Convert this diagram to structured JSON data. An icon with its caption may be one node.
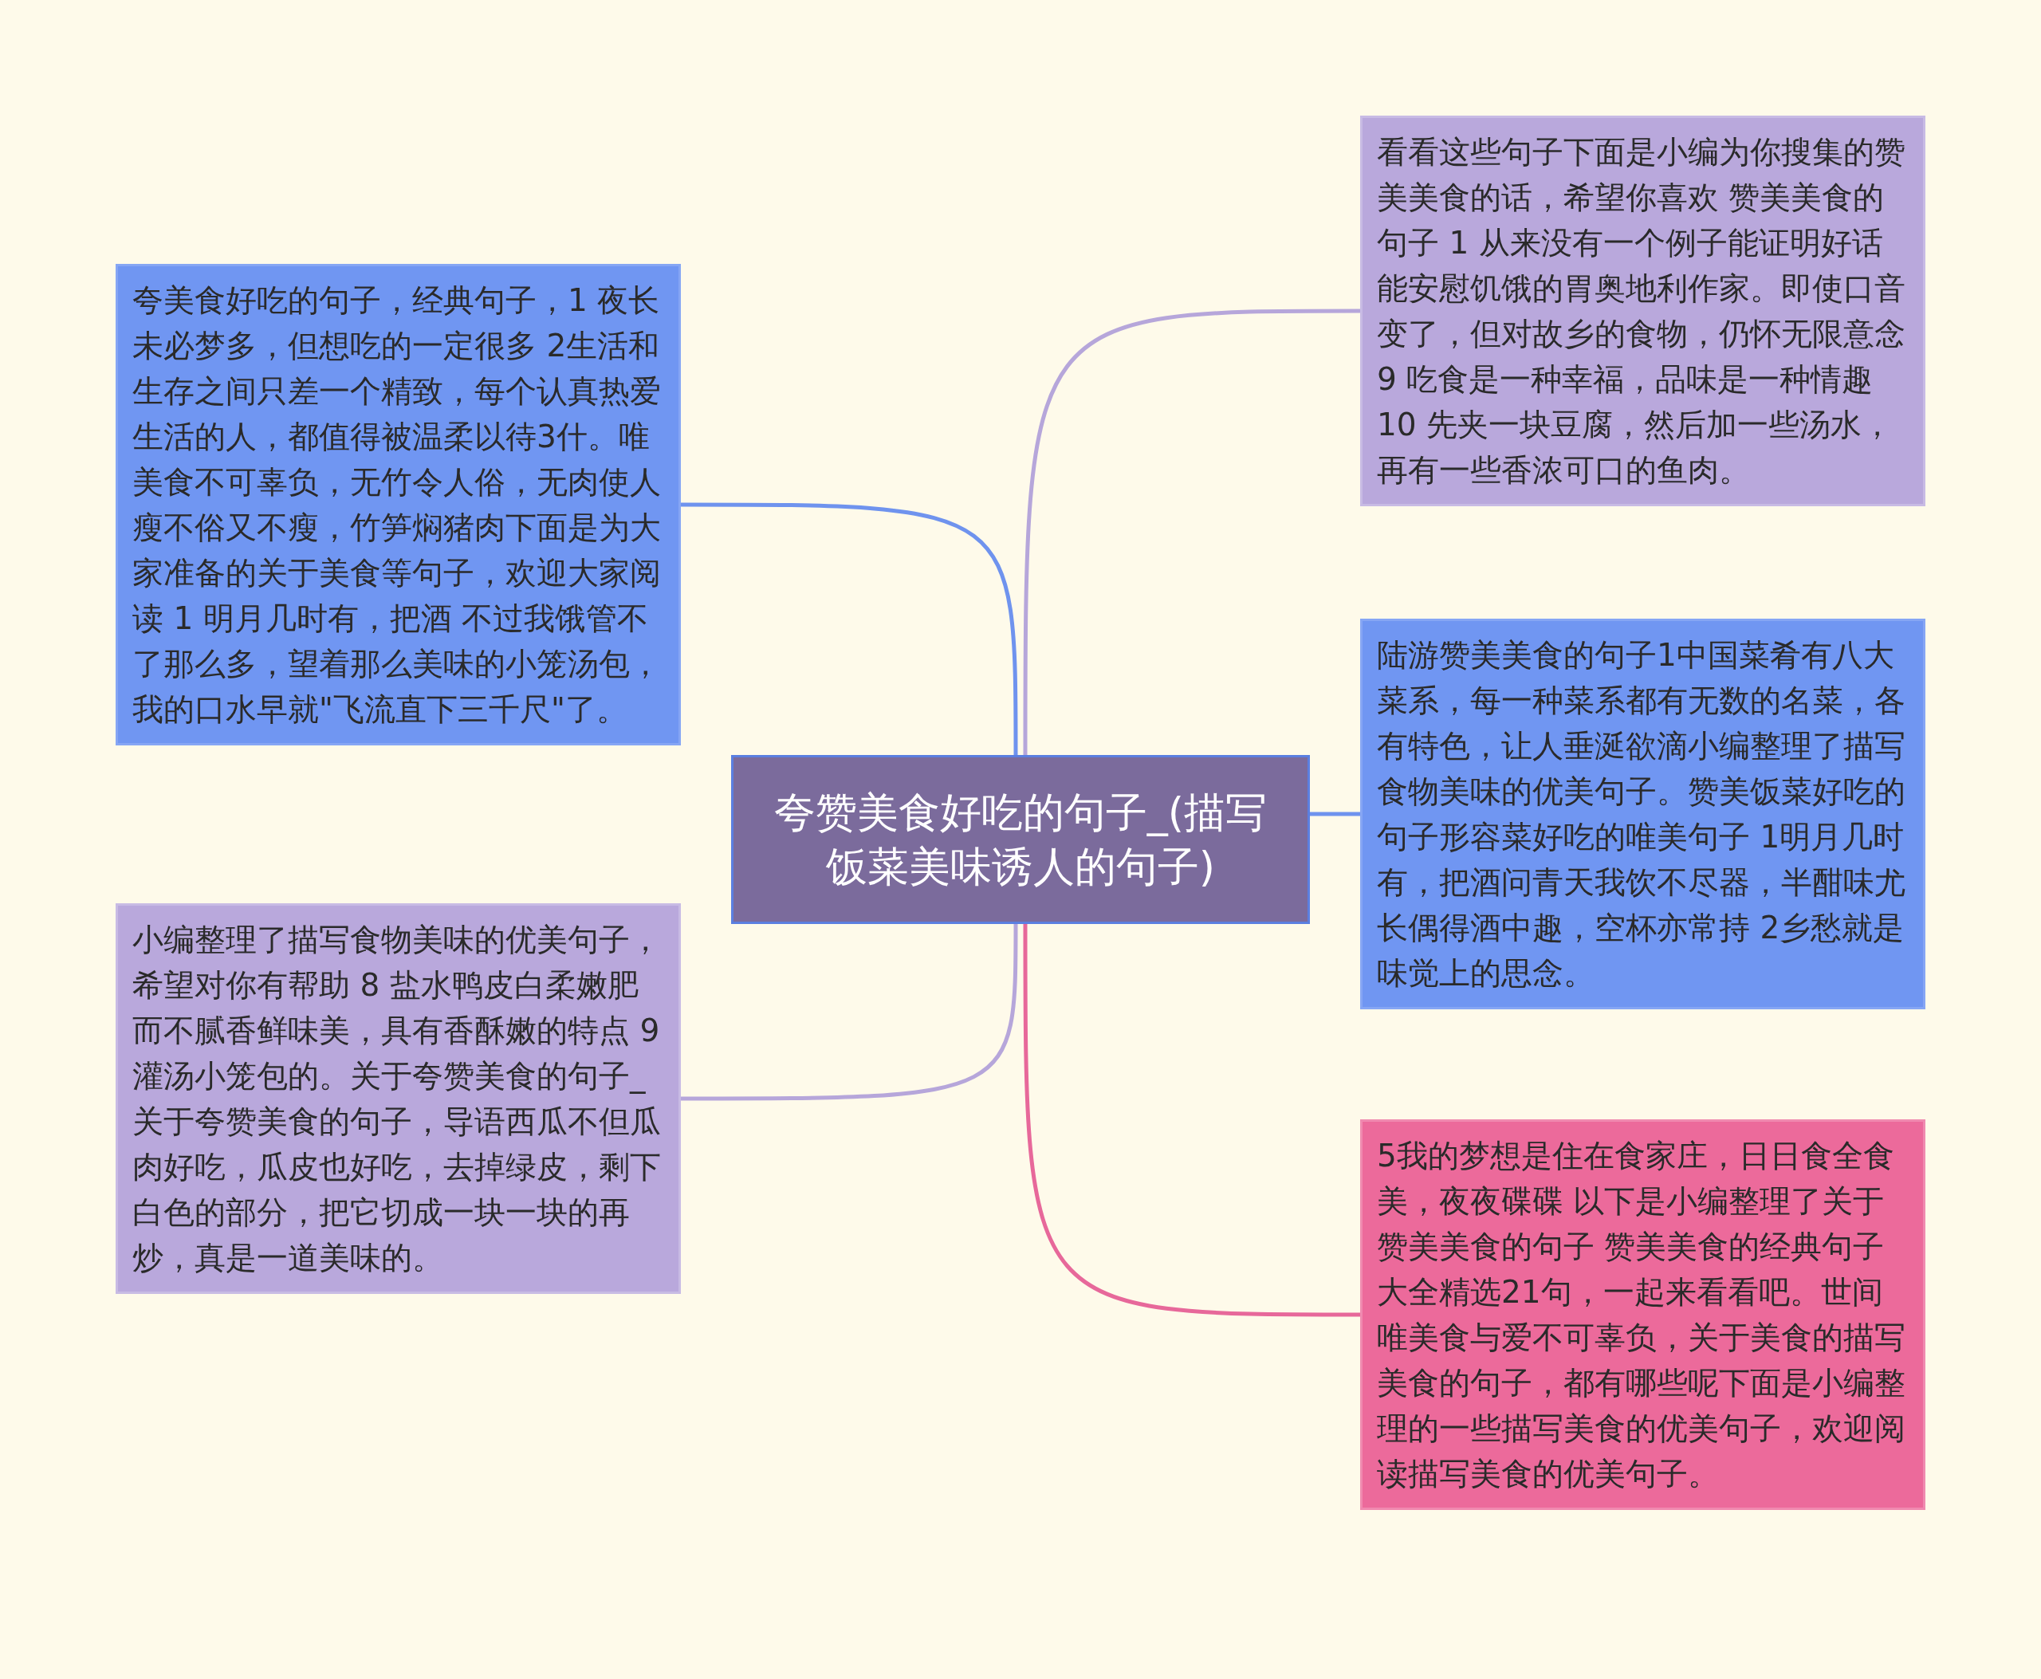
{
  "diagram": {
    "nodes": [
      {
        "text": [
          "夸赞美食好吃的句子_(描写饭菜美味诱人的句子)"
        ]
      },
      {
        "text": [
          "夸美食好吃的句子，经典句子，1 夜长未必梦多，但想吃的一定很多 2生活和生存之间只差一个精致，每个认真热爱生活的人，都值得被温柔以待3什。唯美食不可辜负，无竹令人俗，无肉使人瘦不俗又不瘦，竹笋焖猪肉下面是为大家准备的关于美食等句子，欢迎大家阅读 1 明月几时有，把酒 不过我饿管不了那么多，望着那么美味的小笼汤包，我的口水早就\"飞流直下三千尺\"了。"
        ]
      },
      {
        "text": [
          "小编整理了描写食物美味的优美句子，希望对你有帮助 8 盐水鸭皮白柔嫩肥而不腻香鲜味美，具有香酥嫩的特点 9 灌汤小笼包的。关于夸赞美食的句子_关于夸赞美食的句子，导语西瓜不但瓜肉好吃，瓜皮也好吃，去掉绿皮，剩下白色的部分，把它切成一块一块的再炒，真是一道美味的。"
        ]
      },
      {
        "text": [
          "看看这些句子下面是小编为你搜集的赞美美食的话，希望你喜欢 赞美美食的句子 1 从来没有一个例子能证明好话能安慰饥饿的胃奥地利作家。即使口音变了，但对故乡的食物，仍怀无限意念 9 吃食是一种幸福，品味是一种情趣 10 先夹一块豆腐，然后加一些汤水，再有一些香浓可口的鱼肉。"
        ]
      },
      {
        "text": [
          "陆游赞美美食的句子1中国菜肴有八大菜系，每一种菜系都有无数的名菜，各有特色，让人垂涎欲滴小编整理了描写食物美味的优美句子。赞美饭菜好吃的句子形容菜好吃的唯美句子 1明月几时有，把酒问青天我饮不尽器，半酣味尤长偶得酒中趣，空杯亦常持 2乡愁就是味觉上的思念。"
        ]
      },
      {
        "text": [
          "5我的梦想是住在食家庄，日日食全食美，夜夜碟碟 以下是小编整理了关于赞美美食的句子 赞美美食的经典句子大全精选21句，一起来看看吧。世间唯美食与爱不可辜负，关于美食的描写美食的句子，都有哪些呢下面是小编整理的一些描写美食的优美句子，欢迎阅读描写美食的优美句子。"
        ]
      }
    ],
    "edges": [
      {
        "from": 0,
        "to": 1,
        "arrow": "none",
        "color": "#6f93ee"
      },
      {
        "from": 0,
        "to": 2,
        "arrow": "none",
        "color": "#b6a6da"
      },
      {
        "from": 0,
        "to": 3,
        "arrow": "none",
        "color": "#b6a6da"
      },
      {
        "from": 0,
        "to": 4,
        "arrow": "none",
        "color": "#6f93ee"
      },
      {
        "from": 0,
        "to": 5,
        "arrow": "none",
        "color": "#e7689a"
      }
    ]
  }
}
